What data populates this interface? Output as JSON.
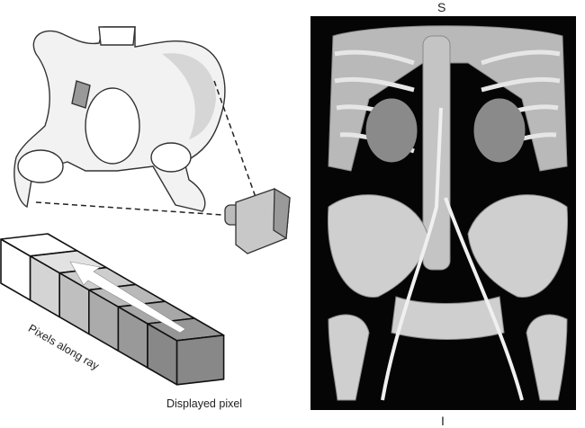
{
  "labels": {
    "superior": "S",
    "inferior": "I",
    "pixels_along_ray": "Pixels along ray",
    "displayed_pixel": "Displayed pixel"
  },
  "colors": {
    "ct_background": "#000000",
    "bone": "#d8d8d8",
    "ray_cube_shades": [
      "#ffffff",
      "#d4d4d4",
      "#bfbfbf",
      "#ababab",
      "#999999",
      "#888888"
    ]
  },
  "ray_cube_count": 6
}
